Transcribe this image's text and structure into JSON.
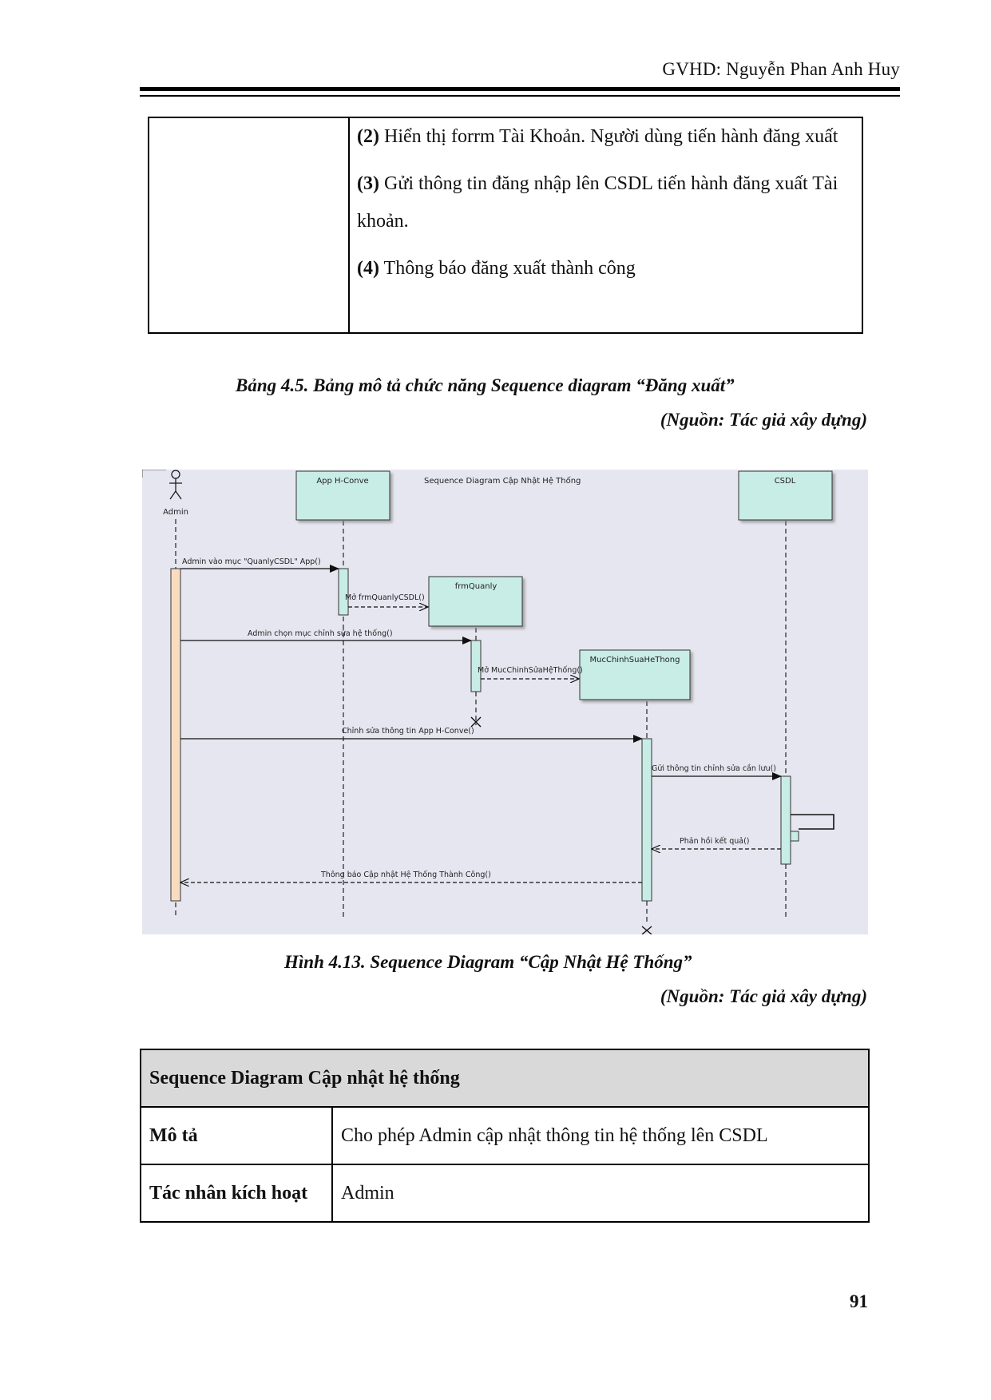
{
  "header": {
    "advisor": "GVHD: Nguyễn Phan Anh Huy"
  },
  "steps_table": {
    "steps": [
      {
        "num": "(2)",
        "text": " Hiển thị forrm Tài Khoản. Người dùng tiến hành đăng xuất"
      },
      {
        "num": "(3)",
        "text": " Gửi thông tin đăng nhập lên CSDL tiến hành đăng xuất Tài khoản."
      },
      {
        "num": "(4)",
        "text": " Thông báo đăng xuất thành công"
      }
    ]
  },
  "table_caption": "Bảng 4.5. Bảng mô tả chức năng Sequence diagram “Đăng xuất”",
  "table_source": "(Nguồn: Tác giả xây dựng)",
  "diagram": {
    "title": "Sequence Diagram Cập Nhật Hệ Thống",
    "actor": "Admin",
    "lifelines": {
      "app": "App H-Conve",
      "frm": "frmQuanly",
      "muc": "MucChinhSuaHeThong",
      "csdl": "CSDL"
    },
    "messages": {
      "m1": "Admin vào mục \"QuanlyCSDL\" App()",
      "m2": "Mở frmQuanlyCSDL()",
      "m3": "Admin chọn mục chỉnh sửa hệ thống()",
      "m4": "Mở MucChinhSửaHệThống()",
      "m5": "Chỉnh sửa thông tin App H-Conve()",
      "m6": "Gửi thông tin chỉnh sửa cần lưu()",
      "m7": "Phản hồi kết quả()",
      "m8": "Thông báo Cập nhật Hệ Thống Thành Công()"
    }
  },
  "figure_caption": "Hình 4.13. Sequence Diagram “Cập Nhật Hệ Thống”",
  "figure_source": "(Nguồn: Tác giả xây dựng)",
  "info_table": {
    "title": "Sequence Diagram Cập nhật hệ thống",
    "rows": [
      {
        "label": "Mô tả",
        "value": "Cho phép Admin cập nhật thông tin hệ thống lên CSDL"
      },
      {
        "label": "Tác nhân kích hoạt",
        "value": "Admin"
      }
    ]
  },
  "page_number": "91",
  "colors": {
    "lifeline_box": "#c8ece6",
    "activation_admin": "#f9dcc0",
    "activation": "#c8ece6",
    "diagram_bg": "#e6e6f0"
  }
}
